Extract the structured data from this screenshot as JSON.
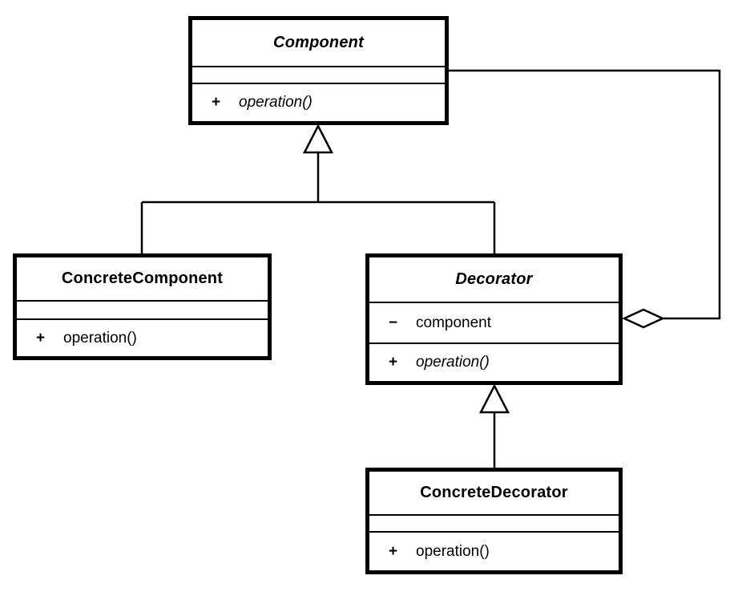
{
  "diagram": {
    "type": "uml-class-diagram",
    "pattern": "Decorator",
    "colors": {
      "line": "#000000",
      "box_fill": "#ffffff",
      "background": "#ffffff",
      "text": "#000000"
    },
    "classes": [
      {
        "name": "Component",
        "abstract": true,
        "attributes": [],
        "operations": [
          {
            "visibility": "+",
            "signature": "operation()",
            "abstract": true
          }
        ]
      },
      {
        "name": "ConcreteComponent",
        "abstract": false,
        "attributes": [],
        "operations": [
          {
            "visibility": "+",
            "signature": "operation()",
            "abstract": false
          }
        ]
      },
      {
        "name": "Decorator",
        "abstract": true,
        "attributes": [
          {
            "visibility": "−",
            "name": "component"
          }
        ],
        "operations": [
          {
            "visibility": "+",
            "signature": "operation()",
            "abstract": true
          }
        ]
      },
      {
        "name": "ConcreteDecorator",
        "abstract": false,
        "attributes": [],
        "operations": [
          {
            "visibility": "+",
            "signature": "operation()",
            "abstract": false
          }
        ]
      }
    ],
    "relationships": [
      {
        "type": "generalization",
        "from": "ConcreteComponent",
        "to": "Component"
      },
      {
        "type": "generalization",
        "from": "Decorator",
        "to": "Component"
      },
      {
        "type": "generalization",
        "from": "ConcreteDecorator",
        "to": "Decorator"
      },
      {
        "type": "aggregation",
        "owner": "Decorator",
        "part": "Component"
      }
    ]
  }
}
